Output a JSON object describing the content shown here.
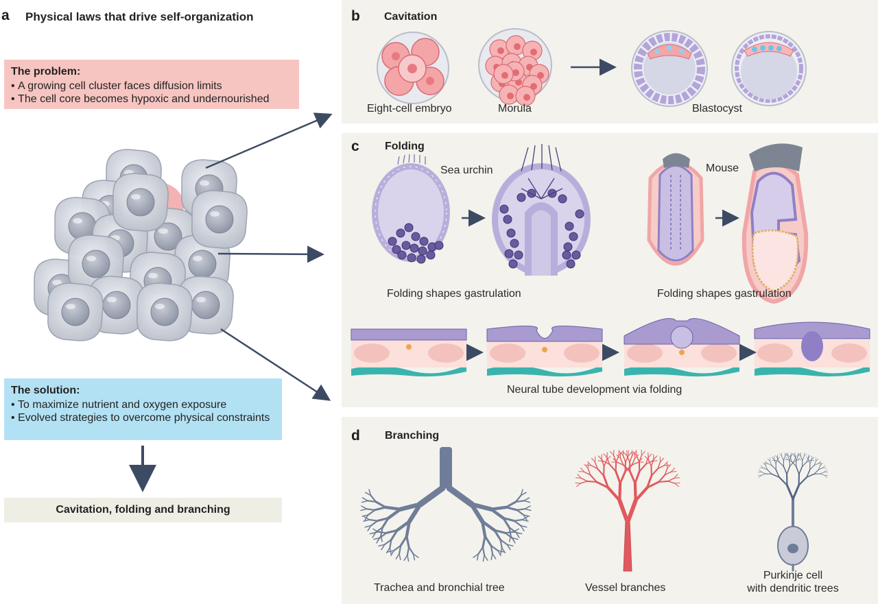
{
  "panel_a": {
    "letter": "a",
    "title": "Physical laws that drive self-organization",
    "problem": {
      "heading": "The problem:",
      "items": [
        "A growing cell cluster faces diffusion limits",
        "The cell core becomes hypoxic and undernourished"
      ]
    },
    "solution": {
      "heading": "The solution:",
      "items": [
        "To maximize nutrient and oxygen exposure",
        "Evolved strategies to overcome physical constraints"
      ]
    },
    "result": "Cavitation, folding and branching"
  },
  "panel_b": {
    "letter": "b",
    "title": "Cavitation",
    "labels": [
      "Eight-cell embryo",
      "Morula",
      "Blastocyst"
    ]
  },
  "panel_c": {
    "letter": "c",
    "title": "Folding",
    "organism_labels": [
      "Sea urchin",
      "Mouse"
    ],
    "captions": [
      "Folding shapes gastrulation",
      "Folding shapes gastrulation",
      "Neural tube development via folding"
    ]
  },
  "panel_d": {
    "letter": "d",
    "title": "Branching",
    "labels": [
      "Trachea and bronchial tree",
      "Vessel branches"
    ],
    "purkinje_label": [
      "Purkinje cell",
      "with dendritic trees"
    ]
  },
  "colors": {
    "problem_bg": "#f7c5c1",
    "solution_bg": "#b3e1f4",
    "panel_bg": "#f3f2ec",
    "arrow": "#3d4a63",
    "purple": "#a99bd0",
    "pink": "#f1a5a6",
    "teal": "#3bb3ad"
  }
}
